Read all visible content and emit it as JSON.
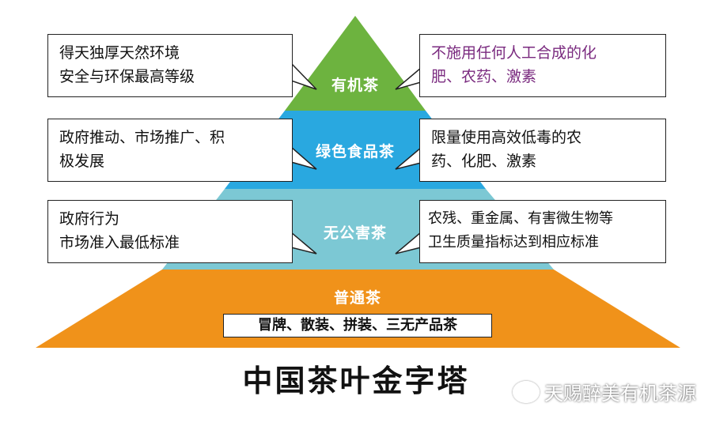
{
  "title": "中国茶叶金字塔",
  "watermark": "天赐醉美有机茶源",
  "colors": {
    "organic": "#6db33f",
    "green_food": "#29a8e0",
    "pollution_free": "#7cc8d4",
    "ordinary": "#f0921a"
  },
  "tiers": [
    {
      "label": "有机茶",
      "left": [
        "得天独厚天然环境",
        "安全与环保最高等级"
      ],
      "right": [
        "不施用任何人工合成的化",
        "肥、农药、激素"
      ]
    },
    {
      "label": "绿色食品茶",
      "left": [
        "政府推动、市场推广、积",
        "极发展"
      ],
      "right": [
        "限量使用高效低毒的农",
        "药、化肥、激素"
      ]
    },
    {
      "label": "无公害茶",
      "left": [
        "政府行为",
        "市场准入最低标准"
      ],
      "right": [
        "农残、重金属、有害微生物等",
        "卫生质量指标达到相应标准"
      ]
    },
    {
      "label": "普通茶",
      "note": "冒牌、散装、拼装、三无产品茶"
    }
  ]
}
